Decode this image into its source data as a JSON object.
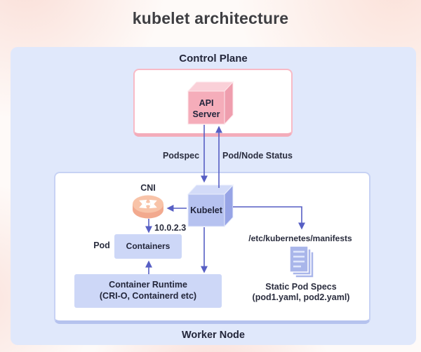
{
  "title": "kubelet architecture",
  "control_plane": {
    "label": "Control Plane",
    "api_server_label": "API Server"
  },
  "edges": {
    "podspec_label": "Podspec",
    "pod_node_status_label": "Pod/Node Status",
    "cni_ip": "10.0.2.3"
  },
  "worker_node": {
    "label": "Worker Node",
    "cni_label": "CNI",
    "kubelet_label": "Kubelet",
    "pod_label": "Pod",
    "containers_label": "Containers",
    "container_runtime": {
      "line1": "Container Runtime",
      "line2": "(CRI-O, Containerd etc)"
    },
    "manifests_path": "/etc/kubernetes/manifests",
    "static_pod_specs": {
      "line1": "Static Pod Specs",
      "line2": "(pod1.yaml, pod2.yaml)"
    }
  },
  "colors": {
    "panel_bg": "#e0e8fb",
    "api_cube_front": "#f5adba",
    "api_cube_top": "#fad0d8",
    "api_cube_side": "#ef9eae",
    "kubelet_cube_front": "#b6c2f0",
    "kubelet_cube_top": "#d3dbf8",
    "kubelet_cube_side": "#97a4e6",
    "node_box_fill": "#cdd7f7",
    "arrow": "#575fc4",
    "cni_icon": "#f8c3a8",
    "docs_icon": "#a9b6ea"
  }
}
